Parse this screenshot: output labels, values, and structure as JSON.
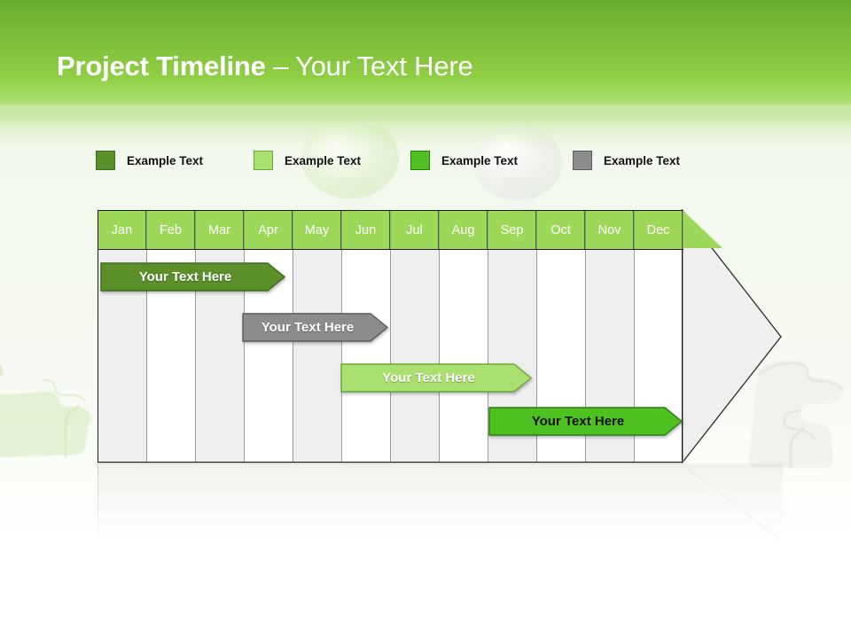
{
  "slide": {
    "title_strong": "Project Timeline",
    "title_sep": " – ",
    "title_light": "Your Text Here",
    "colors": {
      "header_green_top": "#63ab2d",
      "header_green_bottom": "#8fce45",
      "month_header": "#9ed858",
      "grid_shade": "#efefef",
      "grid_white": "#ffffff",
      "grid_border": "#1a1a1a"
    }
  },
  "legend": {
    "items": [
      {
        "label": "Example Text",
        "color": "#5a8f2a",
        "border": "#3d6b1c"
      },
      {
        "label": "Example Text",
        "color": "#aae06f",
        "border": "#6aa832"
      },
      {
        "label": "Example Text",
        "color": "#4fc021",
        "border": "#2f7a14"
      },
      {
        "label": "Example Text",
        "color": "#8c8c8c",
        "border": "#5a5a5a"
      }
    ]
  },
  "chart_data": {
    "type": "bar",
    "title": "Project Timeline – Your Text Here",
    "xlabel": "",
    "ylabel": "",
    "categories": [
      "Jan",
      "Feb",
      "Mar",
      "Apr",
      "May",
      "Jun",
      "Jul",
      "Aug",
      "Sep",
      "Oct",
      "Nov",
      "Dec"
    ],
    "grid": true,
    "legend_position": "top",
    "tasks": [
      {
        "label": "Your Text Here",
        "start_month": "Jan",
        "end_month": "Apr",
        "start_index": 0,
        "end_index": 3.75,
        "fill": "#5a8f2a",
        "stroke": "#3d6b1c",
        "text_color": "#ffffff"
      },
      {
        "label": "Your Text Here",
        "start_month": "Apr",
        "end_month": "Jul",
        "start_index": 2.93,
        "end_index": 5.9,
        "fill": "#8c8c8c",
        "stroke": "#5a5a5a",
        "text_color": "#ffffff"
      },
      {
        "label": "Your Text Here",
        "start_month": "Jun",
        "end_month": "Sep",
        "start_index": 4.93,
        "end_index": 8.82,
        "fill": "#aae06f",
        "stroke": "#6aa832",
        "text_color": "#ffffff"
      },
      {
        "label": "Your Text Here",
        "start_month": "Sep",
        "end_month": "Dec",
        "start_index": 7.93,
        "end_index": 11.88,
        "fill": "#4fc021",
        "stroke": "#2f7a14",
        "text_color": "#111111"
      }
    ]
  }
}
